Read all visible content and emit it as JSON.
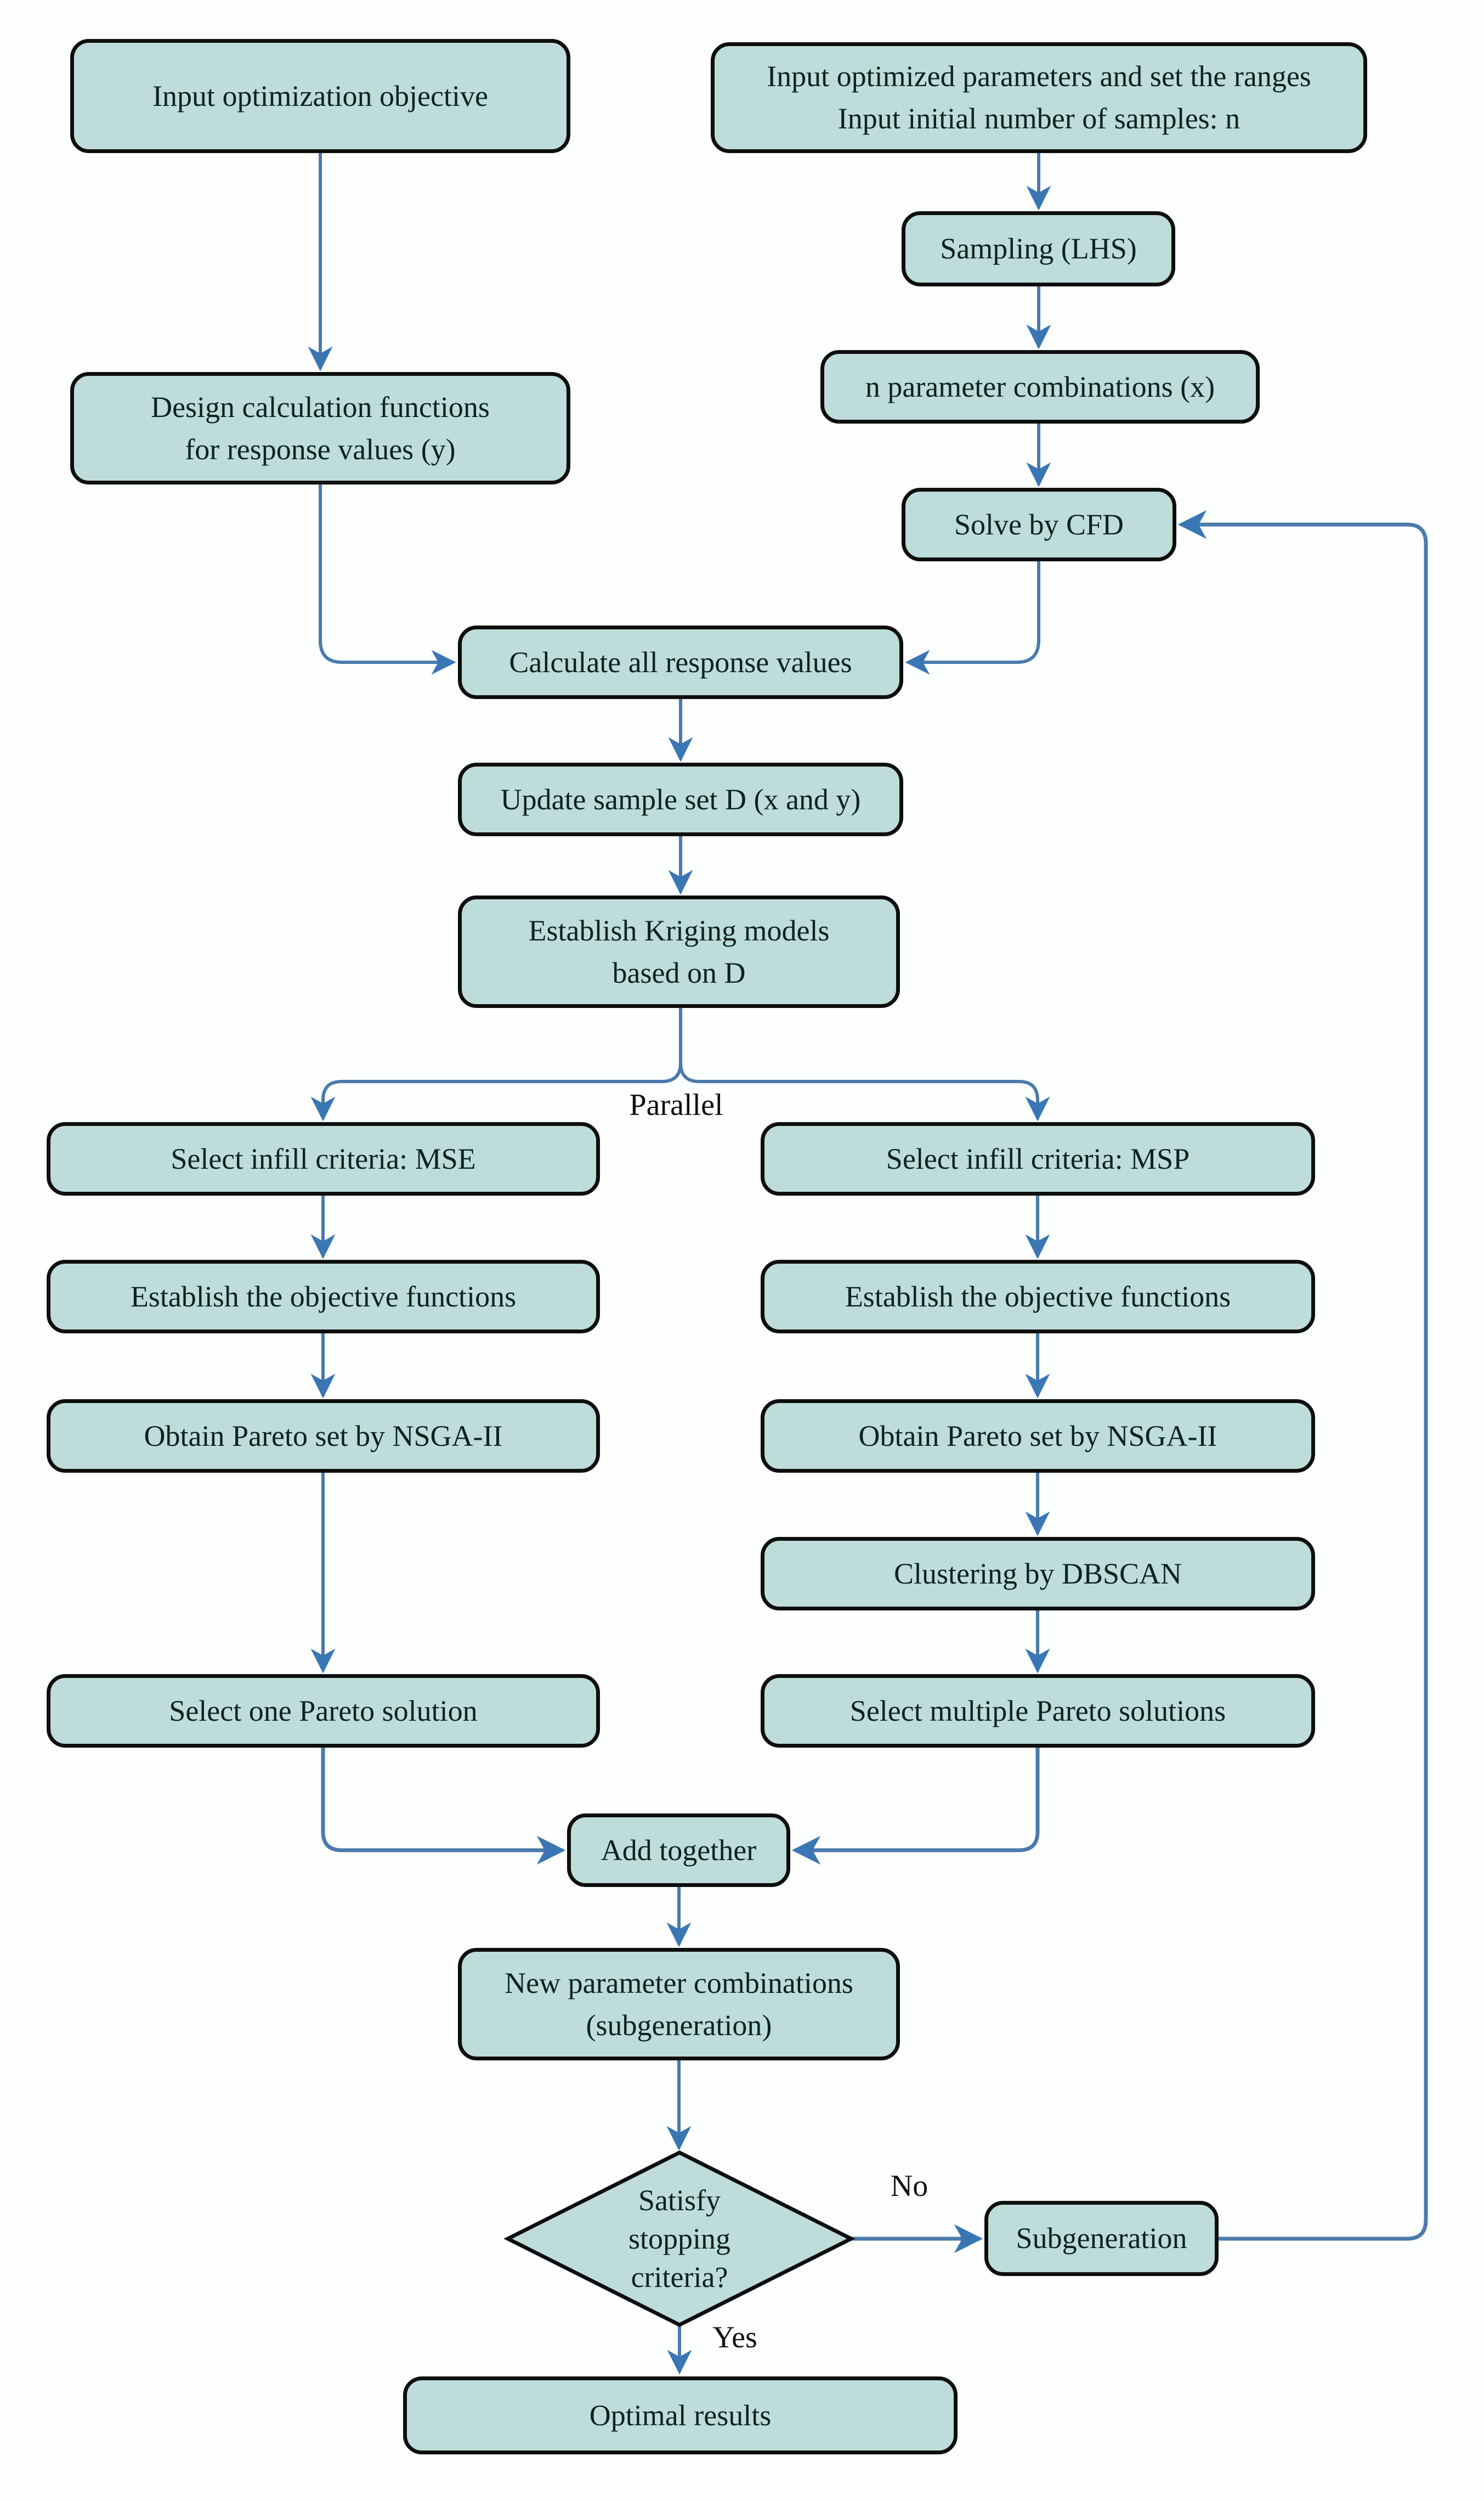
{
  "nodes": {
    "input_objective": {
      "label": "Input optimization objective"
    },
    "input_params": {
      "label": "Input optimized parameters and set the ranges\nInput initial number of samples: n"
    },
    "sampling": {
      "label": "Sampling (LHS)"
    },
    "param_combinations": {
      "label": "n parameter combinations (x)"
    },
    "solve_cfd": {
      "label": "Solve by CFD"
    },
    "design_calc": {
      "label": "Design calculation functions\nfor response values (y)"
    },
    "calc_response": {
      "label": "Calculate all response values"
    },
    "update_sample": {
      "label": "Update sample set D (x and y)"
    },
    "kriging": {
      "label": "Establish Kriging models\nbased on D"
    },
    "infill_mse": {
      "label": "Select infill criteria: MSE"
    },
    "infill_msp": {
      "label": "Select infill criteria: MSP"
    },
    "objective_left": {
      "label": "Establish the objective functions"
    },
    "objective_right": {
      "label": "Establish the objective functions"
    },
    "pareto_left": {
      "label": "Obtain Pareto set by NSGA-II"
    },
    "pareto_right": {
      "label": "Obtain Pareto set  by NSGA-II"
    },
    "dbscan": {
      "label": "Clustering by DBSCAN"
    },
    "select_one": {
      "label": "Select one Pareto solution"
    },
    "select_multiple": {
      "label": "Select multiple Pareto solutions"
    },
    "add_together": {
      "label": "Add together"
    },
    "new_params": {
      "label": "New parameter combinations\n(subgeneration)"
    },
    "stopping": {
      "label": "Satisfy\nstopping\ncriteria?"
    },
    "subgeneration": {
      "label": "Subgeneration"
    },
    "optimal": {
      "label": "Optimal results"
    }
  },
  "edge_labels": {
    "parallel": "Parallel",
    "no": "No",
    "yes": "Yes"
  },
  "colors": {
    "node_fill": "#bedcda",
    "node_border": "#0e0e0e",
    "arrow_line": "#4a7aab",
    "arrow_head": "#3a76b4",
    "node_text": "#0c2222",
    "label_text": "#111111",
    "background": "#fdfefe"
  }
}
